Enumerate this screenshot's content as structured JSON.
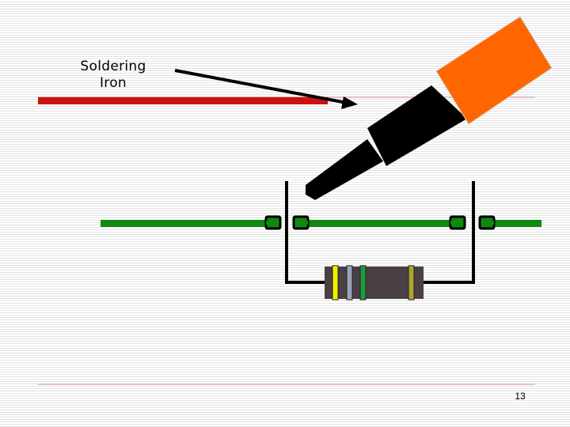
{
  "slide": {
    "label_line1": "Soldering",
    "label_line2": "Iron",
    "page_number": "13"
  },
  "colors": {
    "title_rule": "#cc1111",
    "thin_rule": "#d98b8b",
    "trace": "#118811",
    "iron_handle": "#ff6600",
    "iron_body": "#000000",
    "resistor_body": "#4a3f44",
    "band_1": "#f0f000",
    "band_2": "#9aa4b8",
    "band_3": "#1f9a3a",
    "band_4": "#b0a030"
  },
  "icons": {
    "arrow": "arrow-icon",
    "iron": "soldering-iron-icon",
    "resistor": "resistor-icon"
  }
}
